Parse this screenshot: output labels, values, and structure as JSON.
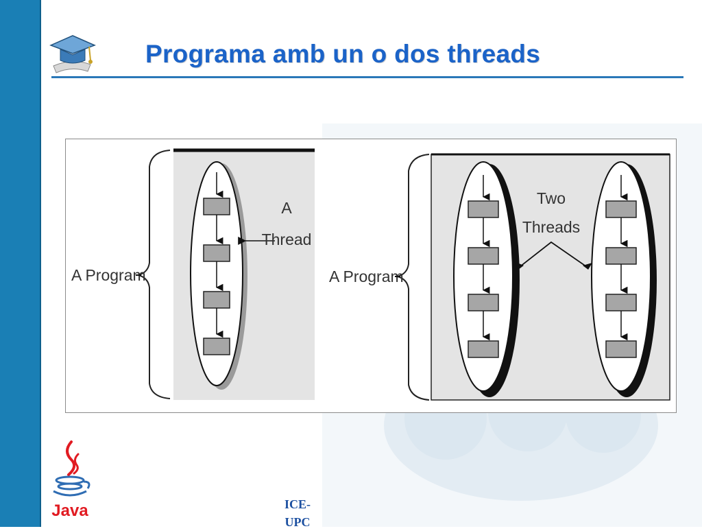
{
  "slide": {
    "title": "Programa amb un o dos threads",
    "footer": "ICE-UPC"
  },
  "diagram": {
    "left": {
      "program_label": "A Program",
      "thread_label_line1": "A",
      "thread_label_line2": "Thread"
    },
    "right": {
      "program_label": "A Program",
      "threads_label_line1": "Two",
      "threads_label_line2": "Threads"
    }
  },
  "icons": {
    "logo": "graduation-cap-icon",
    "java": "java-logo"
  },
  "colors": {
    "sidebar": "#1a7fb5",
    "title": "#1b63c8",
    "diagram_panel": "#e4e4e4",
    "task_box": "#a6a6a6"
  }
}
